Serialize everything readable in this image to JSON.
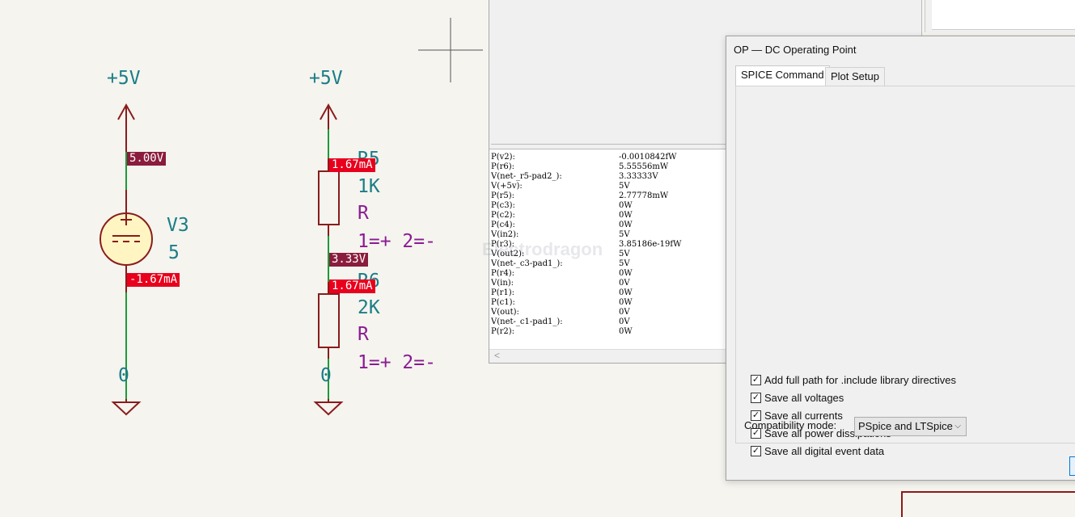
{
  "schematic": {
    "power_left": "+5V",
    "power_right": "+5V",
    "source": {
      "ref": "V3",
      "value": "5",
      "voltage_tag": "5.00V",
      "current_tag": "-1.67mA",
      "gnd": "0"
    },
    "r5": {
      "ref": "R5",
      "value": "1K",
      "type": "R",
      "pins": "1=+ 2=-",
      "current_tag": "1.67mA"
    },
    "mid_voltage_tag": "3.33V",
    "r6": {
      "ref": "R6",
      "value": "2K",
      "type": "R",
      "pins": "1=+ 2=-",
      "current_tag": "1.67mA",
      "gnd": "0"
    }
  },
  "console": {
    "rows": [
      {
        "name": "P(v2):",
        "value": "-0.0010842fW"
      },
      {
        "name": "P(r6):",
        "value": "5.55556mW"
      },
      {
        "name": "V(net-_r5-pad2_):",
        "value": "3.33333V"
      },
      {
        "name": "V(+5v):",
        "value": "5V"
      },
      {
        "name": "P(r5):",
        "value": "2.77778mW"
      },
      {
        "name": "P(c3):",
        "value": "0W"
      },
      {
        "name": "P(c2):",
        "value": "0W"
      },
      {
        "name": "P(c4):",
        "value": "0W"
      },
      {
        "name": "V(in2):",
        "value": "5V"
      },
      {
        "name": "P(r3):",
        "value": "3.85186e-19fW"
      },
      {
        "name": "V(out2):",
        "value": "5V"
      },
      {
        "name": "V(net-_c3-pad1_):",
        "value": "5V"
      },
      {
        "name": "P(r4):",
        "value": "0W"
      },
      {
        "name": "V(in):",
        "value": "0V"
      },
      {
        "name": "P(r1):",
        "value": "0W"
      },
      {
        "name": "P(c1):",
        "value": "0W"
      },
      {
        "name": "V(out):",
        "value": "0V"
      },
      {
        "name": "V(net-_c1-pad1_):",
        "value": "0V"
      },
      {
        "name": "P(r2):",
        "value": "0W"
      }
    ],
    "scroll_left": "<"
  },
  "watermark": "Electrodragon",
  "dialog": {
    "title": "OP  —  DC Operating Point",
    "tabs": [
      "SPICE Command",
      "Plot Setup"
    ],
    "checkboxes": [
      {
        "label": "Add full path for .include library directives",
        "checked": "✓"
      },
      {
        "label": "Save all voltages",
        "checked": "✓"
      },
      {
        "label": "Save all currents",
        "checked": "✓"
      },
      {
        "label": "Save all power dissipations",
        "checked": "✓"
      },
      {
        "label": "Save all digital event data",
        "checked": "✓"
      }
    ],
    "compat_label": "Compatibility mode:",
    "compat_value": "PSpice and LTSpice",
    "compat_arrow": "⌵"
  },
  "colors": {
    "wire": "#1e9a3a",
    "symbol": "#8a1c1c",
    "teal": "#1b7d86",
    "purple": "#8a1b92"
  }
}
